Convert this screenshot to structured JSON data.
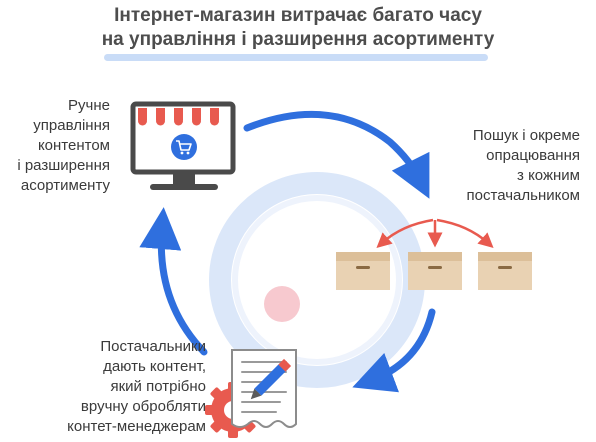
{
  "title": {
    "line1": "Інтернет-магазин витрачає багато часу",
    "line2": "на управління і разширення асортименту"
  },
  "captions": {
    "manual": "Ручне\nуправління\nконтентом\nі разширення\nасортименту",
    "search": "Пошук і окреме\nопрацювання\nз кожним\nпостачальником",
    "suppliers": "Постачальники\nдають контент,\nякий потрібно\nвручну обробляти\nконтет-менеджерам"
  },
  "icons": {
    "store": "online-store-monitor-icon",
    "cart": "shopping-cart-icon",
    "boxes": "cardboard-box-icon",
    "document": "document-pen-icon",
    "gear": "gear-icon"
  },
  "colors": {
    "arrow_blue": "#2f6fde",
    "ring_blue": "#dbe7f9",
    "accent_red": "#e85a4f",
    "box_tan": "#e9d2b3",
    "title_bar": "#c9dcf7"
  }
}
